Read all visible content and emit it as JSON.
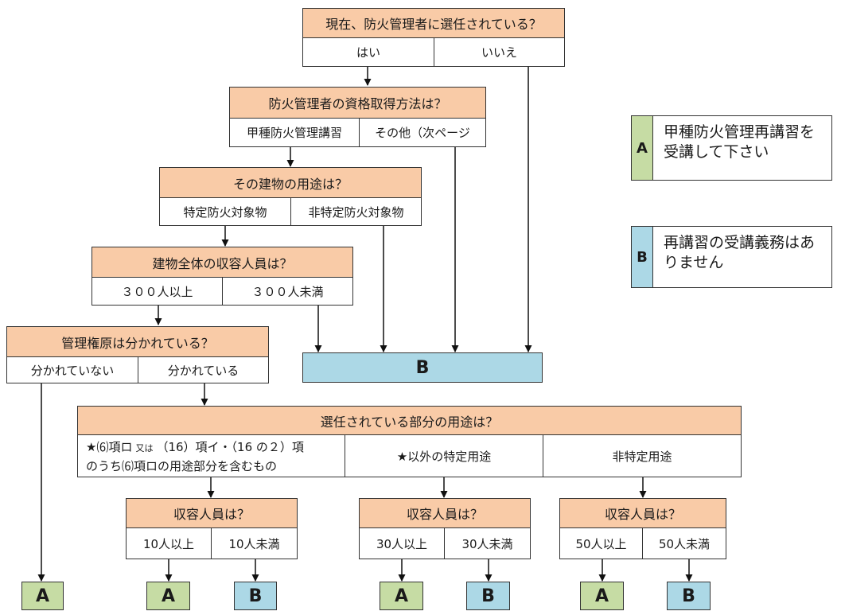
{
  "q1": {
    "text": "現在、防火管理者に選任されている？",
    "yes": "はい",
    "no": "いいえ"
  },
  "q2": {
    "text": "防火管理者の資格取得方法は？",
    "opt1": "甲種防火管理講習",
    "opt2": "その他（次ページ"
  },
  "q3": {
    "text": "その建物の用途は？",
    "opt1": "特定防火対象物",
    "opt2": "非特定防火対象物"
  },
  "q4": {
    "text": "建物全体の収容人員は？",
    "opt1": "３００人以上",
    "opt2": "３００人未満"
  },
  "q5": {
    "text": "管理権原は分かれている？",
    "opt1": "分かれていない",
    "opt2": "分かれている"
  },
  "q6": {
    "text": "選任されている部分の用途は？",
    "opt1_part1": "★⑹項ロ",
    "opt1_small": "又は",
    "opt1_part2": "（16）項イ・（16 の２）項",
    "opt1_line2": "のうち⑹項ロの用途部分を含むもの",
    "opt2": "★以外の特定用途",
    "opt3": "非特定用途"
  },
  "q7": [
    {
      "text": "収容人員は？",
      "opt1": "10人以上",
      "opt2": "10人未満"
    },
    {
      "text": "収容人員は？",
      "opt1": "30人以上",
      "opt2": "30人未満"
    },
    {
      "text": "収容人員は？",
      "opt1": "50人以上",
      "opt2": "50人未満"
    }
  ],
  "results": {
    "a": "A",
    "b": "B"
  },
  "legend": {
    "a_letter": "A",
    "a_text": "甲種防火管理再講習を受講して下さい",
    "b_letter": "B",
    "b_text": "再講習の受講義務はありません"
  },
  "colors": {
    "question": "#f9cba7",
    "result_a": "#c6dca4",
    "result_b": "#acd8e6"
  }
}
